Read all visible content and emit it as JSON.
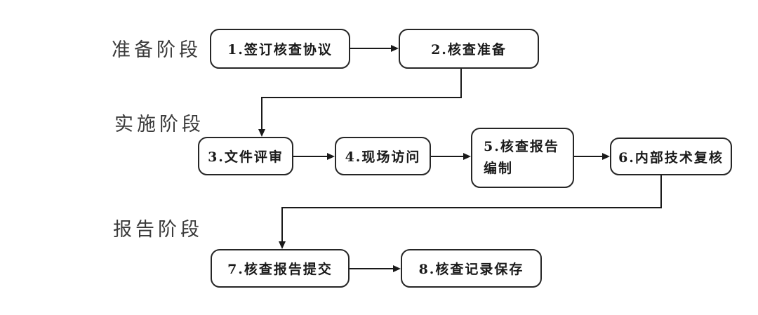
{
  "diagram": {
    "type": "flowchart",
    "colors": {
      "background": "#ffffff",
      "line": "#1a1a1a",
      "box_border": "#262626",
      "box_fill": "#ffffff",
      "text": "#1a1a1a",
      "stage_label_text": "#3a3a3a"
    },
    "stages": [
      {
        "label": "准备阶段"
      },
      {
        "label": "实施阶段"
      },
      {
        "label": "报告阶段"
      }
    ],
    "nodes": [
      {
        "label": "1.签订核查协议",
        "stage": "准备阶段"
      },
      {
        "label": "2.核查准备",
        "stage": "准备阶段"
      },
      {
        "label": "3.文件评审",
        "stage": "实施阶段"
      },
      {
        "label": "4.现场访问",
        "stage": "实施阶段"
      },
      {
        "label": "5.核查报告编制",
        "label_lines": [
          "5.核查报告",
          "编制"
        ],
        "stage": "实施阶段"
      },
      {
        "label": "6.内部技术复核",
        "stage": "实施阶段"
      },
      {
        "label": "7.核查报告提交",
        "stage": "报告阶段"
      },
      {
        "label": "8.核查记录保存",
        "stage": "报告阶段"
      }
    ],
    "edges": [
      {
        "from": "1.签订核查协议",
        "to": "2.核查准备"
      },
      {
        "from": "2.核查准备",
        "to": "3.文件评审"
      },
      {
        "from": "3.文件评审",
        "to": "4.现场访问"
      },
      {
        "from": "4.现场访问",
        "to": "5.核查报告编制"
      },
      {
        "from": "5.核查报告编制",
        "to": "6.内部技术复核"
      },
      {
        "from": "6.内部技术复核",
        "to": "7.核查报告提交"
      },
      {
        "from": "7.核查报告提交",
        "to": "8.核查记录保存"
      }
    ]
  }
}
